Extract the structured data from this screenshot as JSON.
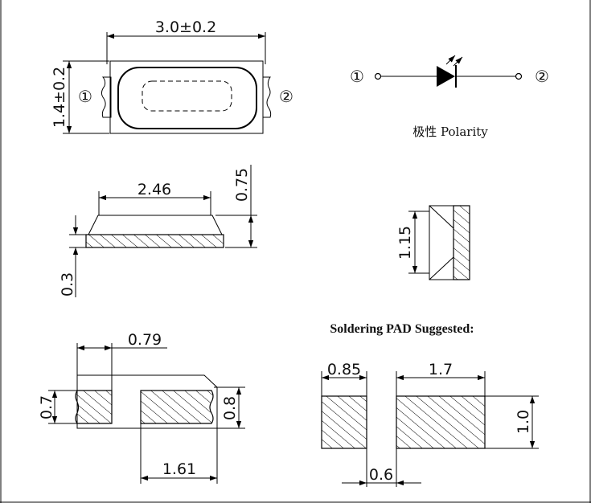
{
  "top_view": {
    "width_dim": "3.0±0.2",
    "height_dim": "1.4±0.2",
    "pin1": "①",
    "pin2": "②"
  },
  "symbol": {
    "pin1": "①",
    "pin2": "②",
    "polarity_label": "极性 Polarity"
  },
  "side_view": {
    "top_width": "2.46",
    "total_height": "0.75",
    "base_height": "0.3"
  },
  "end_view": {
    "height": "1.15"
  },
  "bottom_view": {
    "pad_width": "0.79",
    "pad_height_left": "0.7",
    "pad_height_right": "0.8",
    "pad_span": "1.61"
  },
  "solder_pad": {
    "heading": "Soldering PAD Suggested:",
    "small_pad_width": "0.85",
    "large_pad_width": "1.7",
    "pad_height": "1.0",
    "gap": "0.6"
  }
}
